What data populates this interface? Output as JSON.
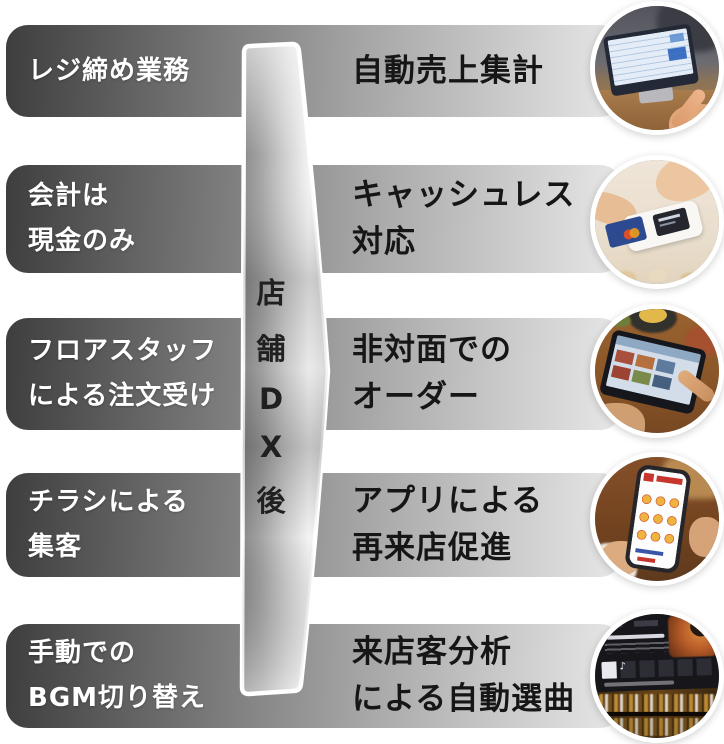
{
  "center_banner": {
    "label": "店舗DX後",
    "chars": [
      "店",
      "舗",
      "D",
      "X",
      "後"
    ],
    "text_color": "#202020",
    "ribbon_border_color": "#ffffff"
  },
  "rows": [
    {
      "before_lines": [
        "レジ締め業務"
      ],
      "after_lines": [
        "自動売上集計"
      ],
      "photo": "pos-register-touch-photo"
    },
    {
      "before_lines": [
        "会計は",
        "現金のみ"
      ],
      "after_lines": [
        "キャッシュレス",
        "対応"
      ],
      "photo": "cashless-payment-terminal-photo"
    },
    {
      "before_lines": [
        "フロアスタッフ",
        "による注文受け"
      ],
      "after_lines": [
        "非対面での",
        "オーダー"
      ],
      "photo": "tablet-self-order-photo"
    },
    {
      "before_lines": [
        "チラシによる",
        "集客"
      ],
      "after_lines": [
        "アプリによる",
        "再来店促進"
      ],
      "photo": "smartphone-coupon-app-photo"
    },
    {
      "before_lines": [
        "手動での",
        "BGM切り替え"
      ],
      "after_lines": [
        "来店客分析",
        "による自動選曲"
      ],
      "photo": "music-signage-bar-photo"
    }
  ],
  "colors": {
    "row_gradient_start": "#3e3e3e",
    "row_gradient_end": "#e8e8e8",
    "before_text": "#ffffff",
    "after_text": "#161616",
    "background": "#ffffff"
  }
}
